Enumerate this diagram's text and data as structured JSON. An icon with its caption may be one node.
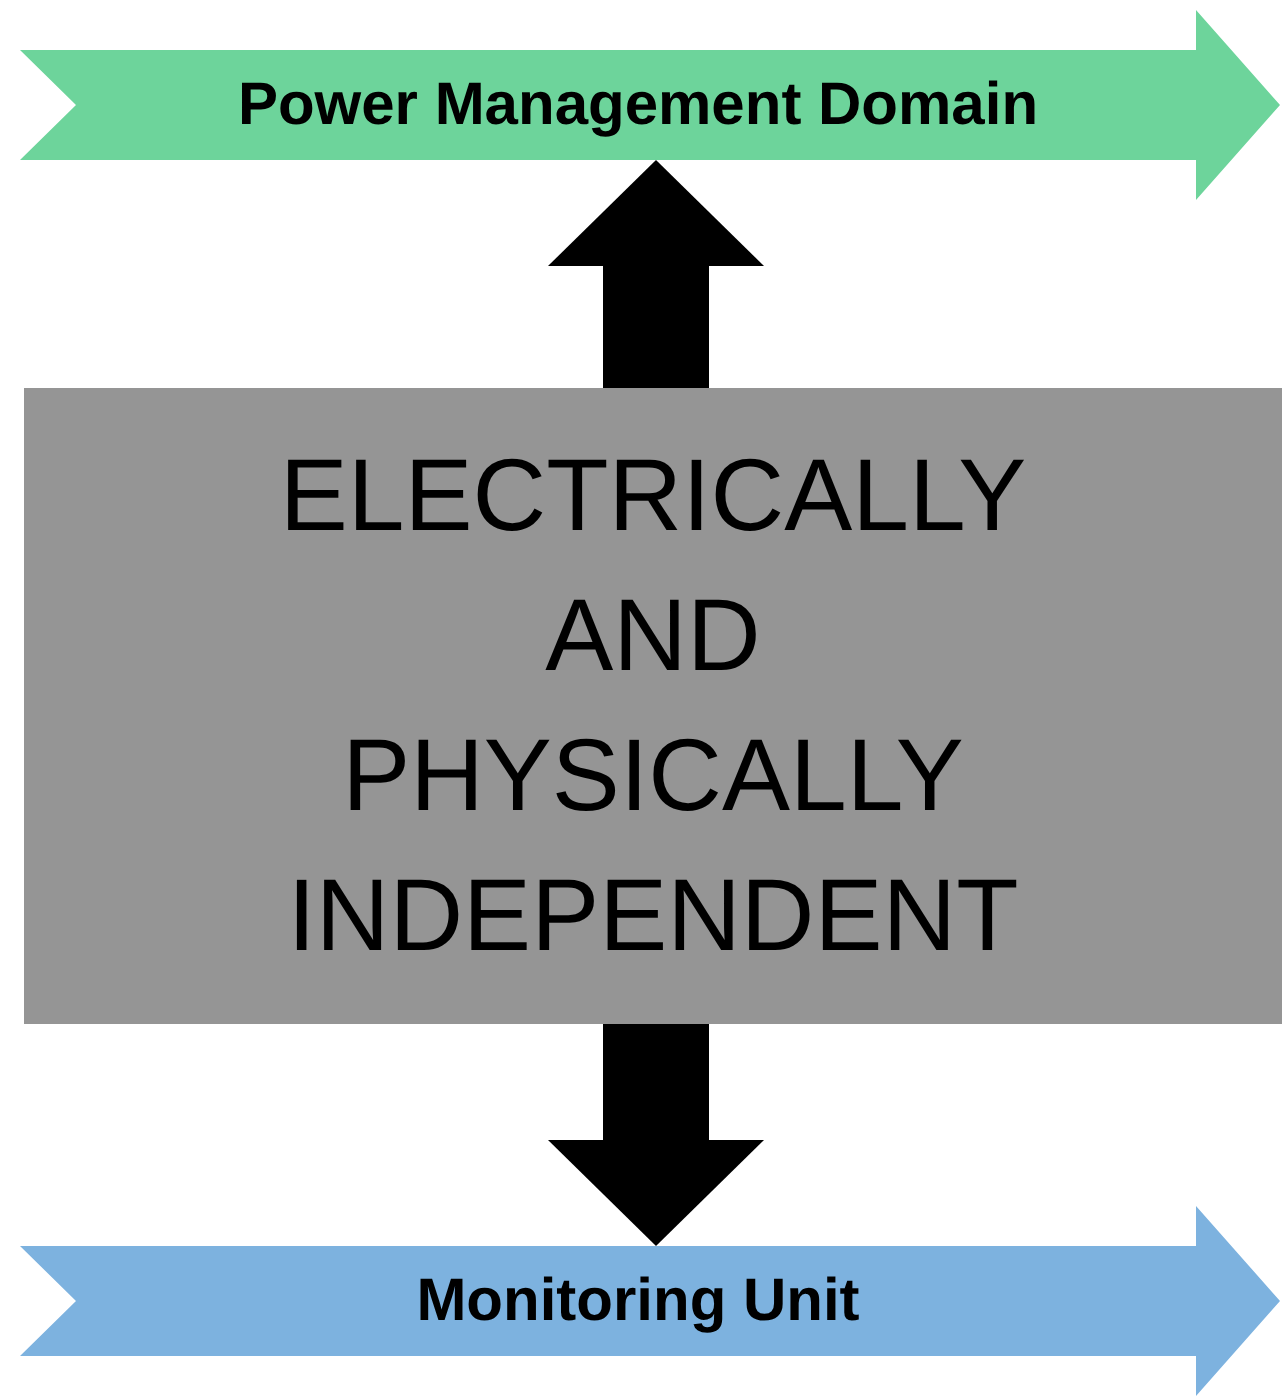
{
  "diagram": {
    "nodes": [
      {
        "text": [
          "Power Management Domain"
        ]
      },
      {
        "text": [
          "ELECTRICALLY AND PHYSICALLY INDEPENDENT"
        ]
      },
      {
        "text": [
          "Monitoring Unit"
        ]
      }
    ],
    "edges": [
      {
        "from": 1,
        "to": 0,
        "arrow": "to"
      },
      {
        "from": 1,
        "to": 2,
        "arrow": "to"
      }
    ]
  }
}
